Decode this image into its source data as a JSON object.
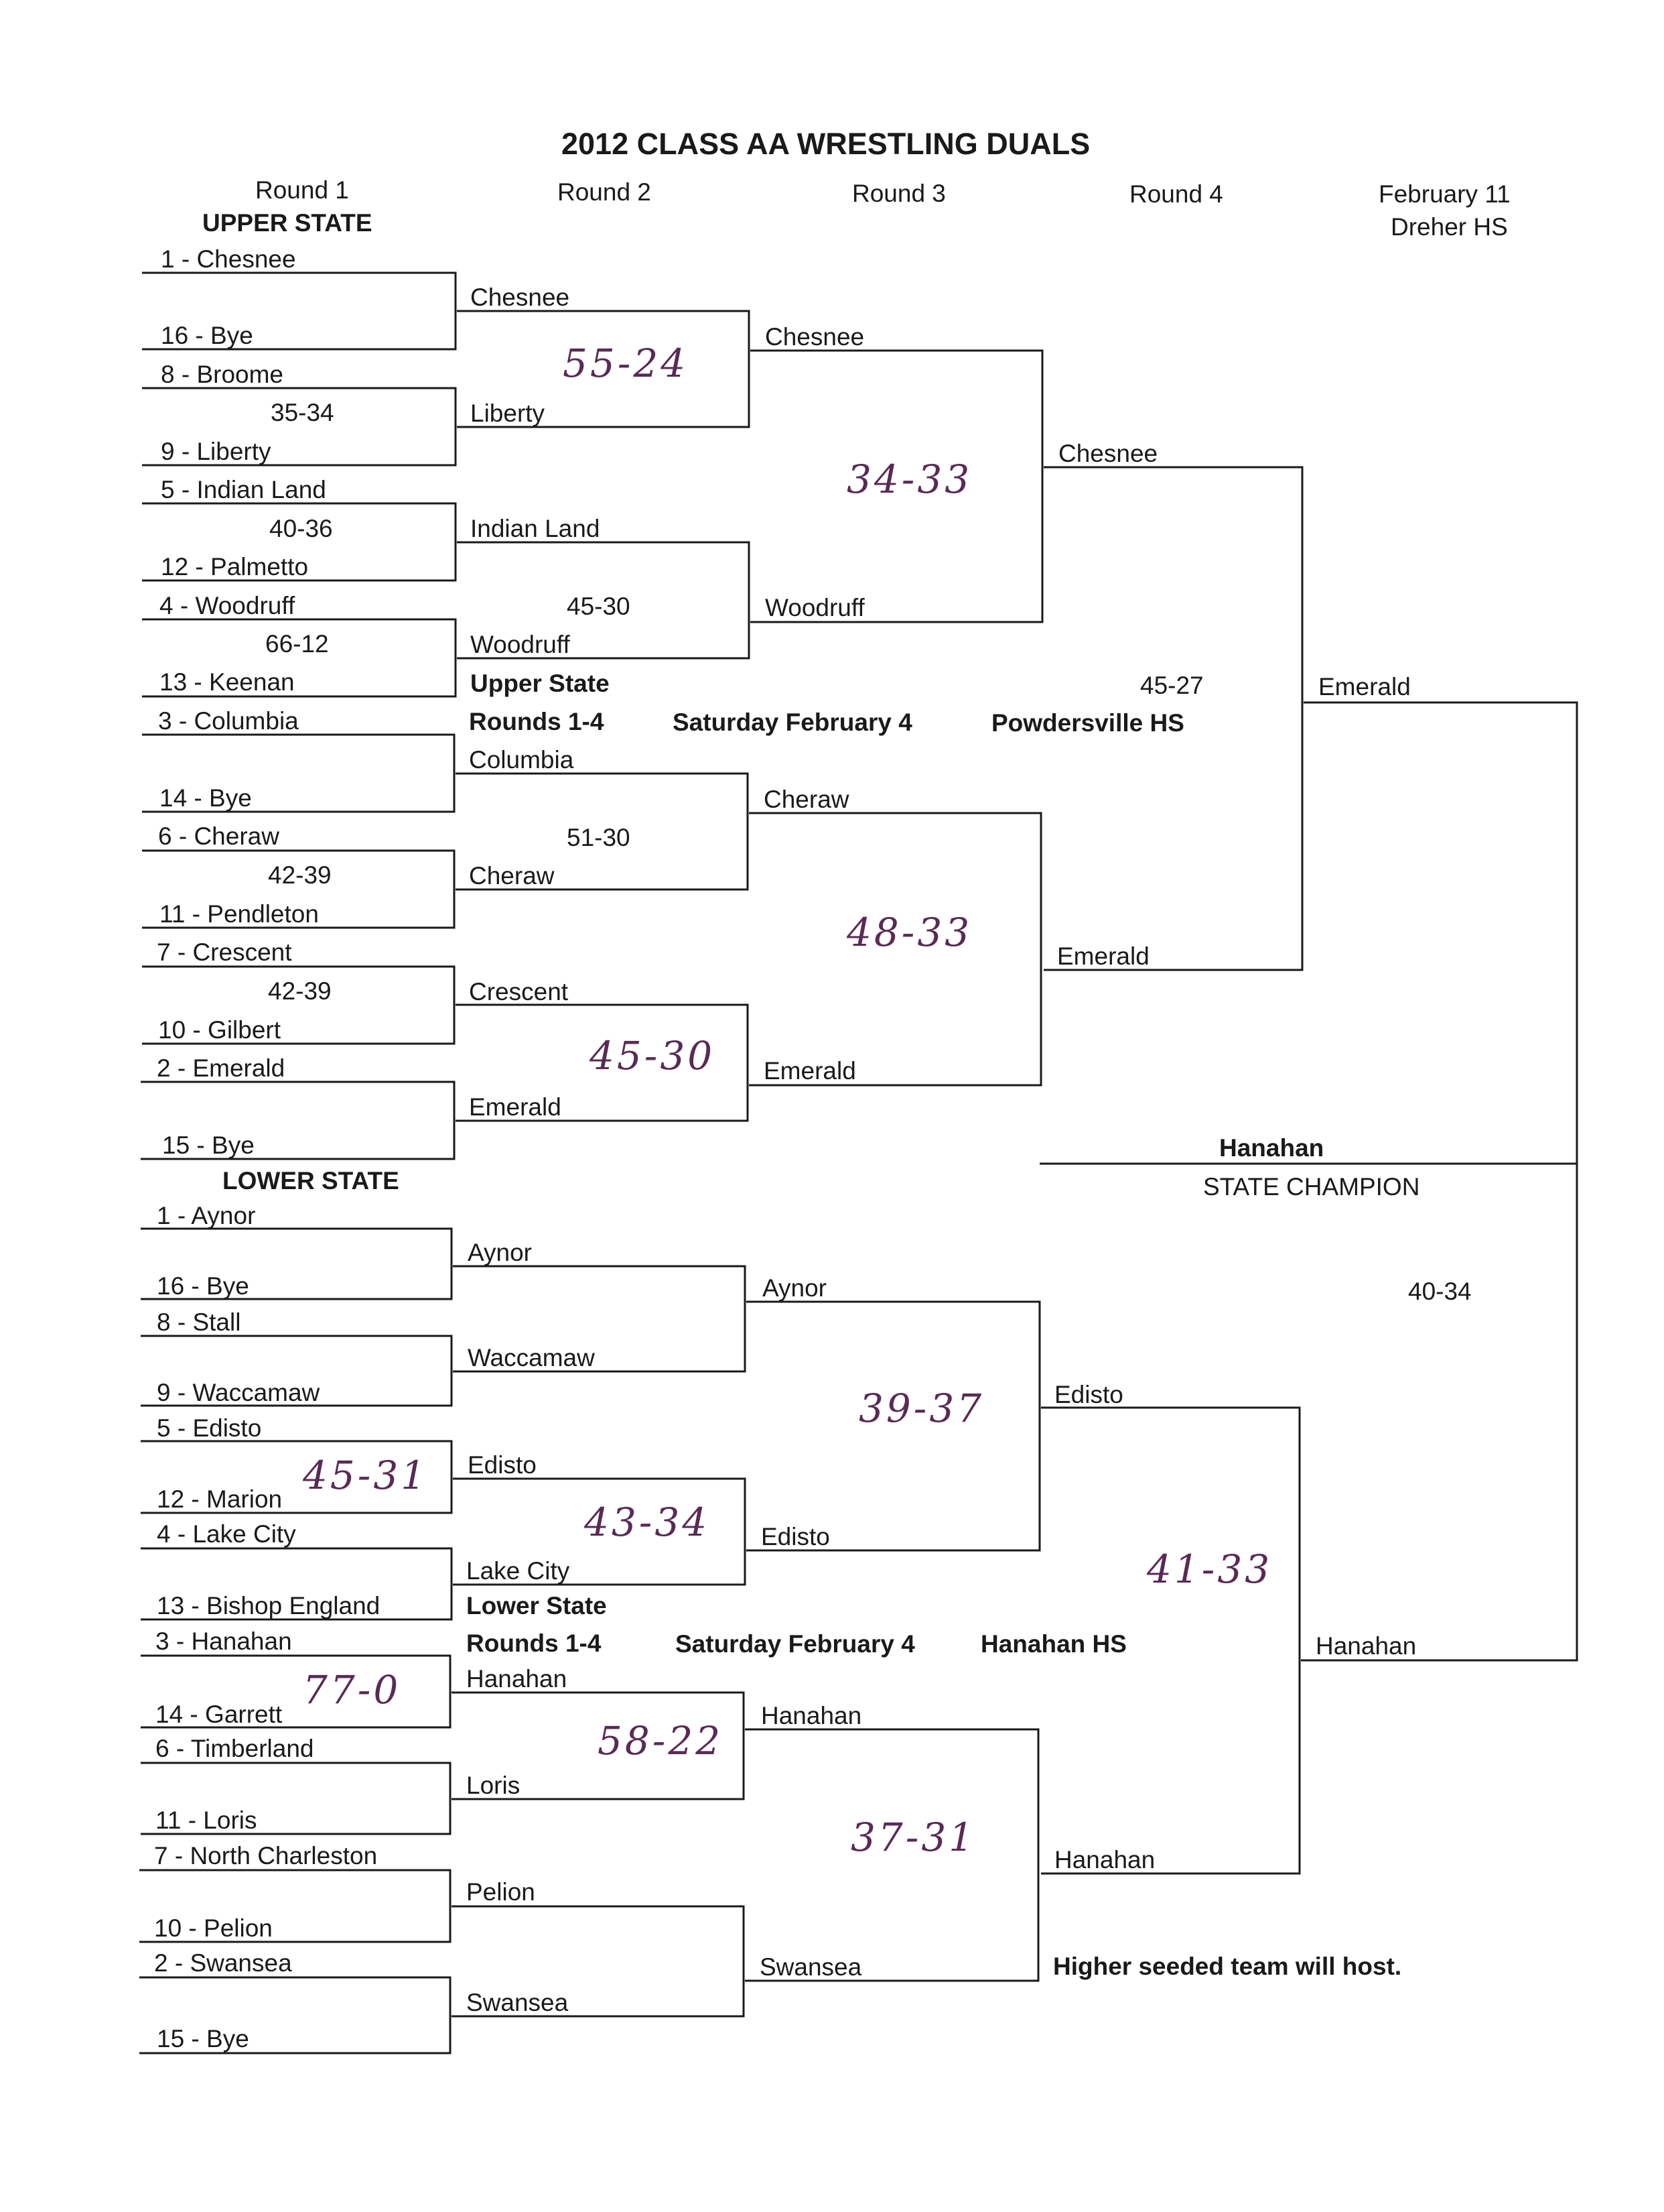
{
  "title": "2012 CLASS AA WRESTLING DUALS",
  "header": {
    "rounds": [
      "Round 1",
      "Round 2",
      "Round 3",
      "Round 4"
    ],
    "final_date": "February 11",
    "final_site": "Dreher HS"
  },
  "upper": {
    "label": "UPPER STATE",
    "round1": [
      "1 - Chesnee",
      "16 - Bye",
      "8 - Broome",
      "9 - Liberty",
      "5 - Indian Land",
      "12 - Palmetto",
      "4 - Woodruff",
      "13 - Keenan",
      "3 - Columbia",
      "14 - Bye",
      "6 - Cheraw",
      "11 - Pendleton",
      "7 - Crescent",
      "10 - Gilbert",
      "2 - Emerald",
      "15 - Bye"
    ],
    "round1_scores": [
      "35-34",
      "40-36",
      "66-12",
      "42-39",
      "42-39"
    ],
    "round2": [
      "Chesnee",
      "Liberty",
      "Indian Land",
      "Woodruff",
      "Columbia",
      "Cheraw",
      "Crescent",
      "Emerald"
    ],
    "round2_scores": [
      "45-30",
      "51-30"
    ],
    "round2_handwritten": [
      "55-24",
      "45-30"
    ],
    "round3": [
      "Chesnee",
      "Woodruff",
      "Cheraw",
      "Emerald"
    ],
    "round3_handwritten": [
      "34-33",
      "48-33"
    ],
    "round4": [
      "Chesnee",
      "Emerald"
    ],
    "round4_score": "45-27",
    "info": {
      "region": "Upper State",
      "rounds": "Rounds 1-4",
      "date": "Saturday February 4",
      "site": "Powdersville HS"
    },
    "final": "Emerald"
  },
  "lower": {
    "label": "LOWER STATE",
    "round1": [
      "1 - Aynor",
      "16 - Bye",
      "8 - Stall",
      "9 - Waccamaw",
      "5 - Edisto",
      "12 - Marion",
      "4 - Lake City",
      "13 - Bishop England",
      "3 - Hanahan",
      "14 - Garrett",
      "6 - Timberland",
      "11 - Loris",
      "7 - North Charleston",
      "10 - Pelion",
      "2 - Swansea",
      "15 - Bye"
    ],
    "round1_handwritten": [
      "45-31",
      "77-0"
    ],
    "round2": [
      "Aynor",
      "Waccamaw",
      "Edisto",
      "Lake City",
      "Hanahan",
      "Loris",
      "Pelion",
      "Swansea"
    ],
    "round2_handwritten": [
      "43-34",
      "58-22"
    ],
    "round3": [
      "Aynor",
      "Edisto",
      "Hanahan",
      "Swansea"
    ],
    "round3_handwritten": [
      "39-37",
      "37-31"
    ],
    "round4": [
      "Edisto",
      "Hanahan"
    ],
    "round4_handwritten": "41-33",
    "info": {
      "region": "Lower State",
      "rounds": "Rounds 1-4",
      "date": "Saturday February 4",
      "site": "Hanahan HS"
    },
    "final": "Hanahan"
  },
  "champion": {
    "name": "Hanahan",
    "label": "STATE CHAMPION",
    "score": "40-34"
  },
  "note": "Higher seeded team will host."
}
